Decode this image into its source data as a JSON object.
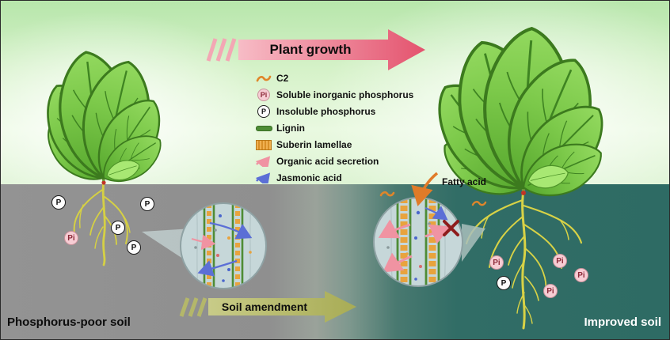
{
  "arrows": {
    "plant_growth": "Plant growth",
    "soil_amendment": "Soil amendment"
  },
  "legend": {
    "items": [
      {
        "label": "C2"
      },
      {
        "label": "Soluble inorganic phosphorus",
        "symbol": "Pi"
      },
      {
        "label": "Insoluble phosphorus",
        "symbol": "P"
      },
      {
        "label": "Lignin"
      },
      {
        "label": "Suberin lamellae"
      },
      {
        "label": "Organic acid secretion"
      },
      {
        "label": "Jasmonic acid"
      }
    ]
  },
  "annotations": {
    "fatty_acid": "Fatty acid"
  },
  "soil": {
    "left_label": "Phosphorus-poor soil",
    "right_label": "Improved soil"
  },
  "particles": {
    "left": [
      {
        "symbol": "P"
      },
      {
        "symbol": "P"
      },
      {
        "symbol": "P"
      },
      {
        "symbol": "Pi"
      },
      {
        "symbol": "P"
      }
    ],
    "right": [
      {
        "symbol": "Pi"
      },
      {
        "symbol": "Pi"
      },
      {
        "symbol": "P"
      },
      {
        "symbol": "Pi"
      },
      {
        "symbol": "Pi"
      }
    ]
  },
  "colors": {
    "plant_growth_arrow": "#e4536e",
    "soil_amendment_arrow": "#a8ac55",
    "soil_left": "#8f8f8f",
    "soil_right": "#2e6b64",
    "lignin": "#4e8c35",
    "suberin": "#e8a33d",
    "organic_acid": "#f093a2",
    "jasmonic_acid": "#5b6fd6",
    "fatty_acid_arrow": "#e07b28",
    "root": "#d5d044",
    "blocked_x": "#8e1c1c"
  }
}
